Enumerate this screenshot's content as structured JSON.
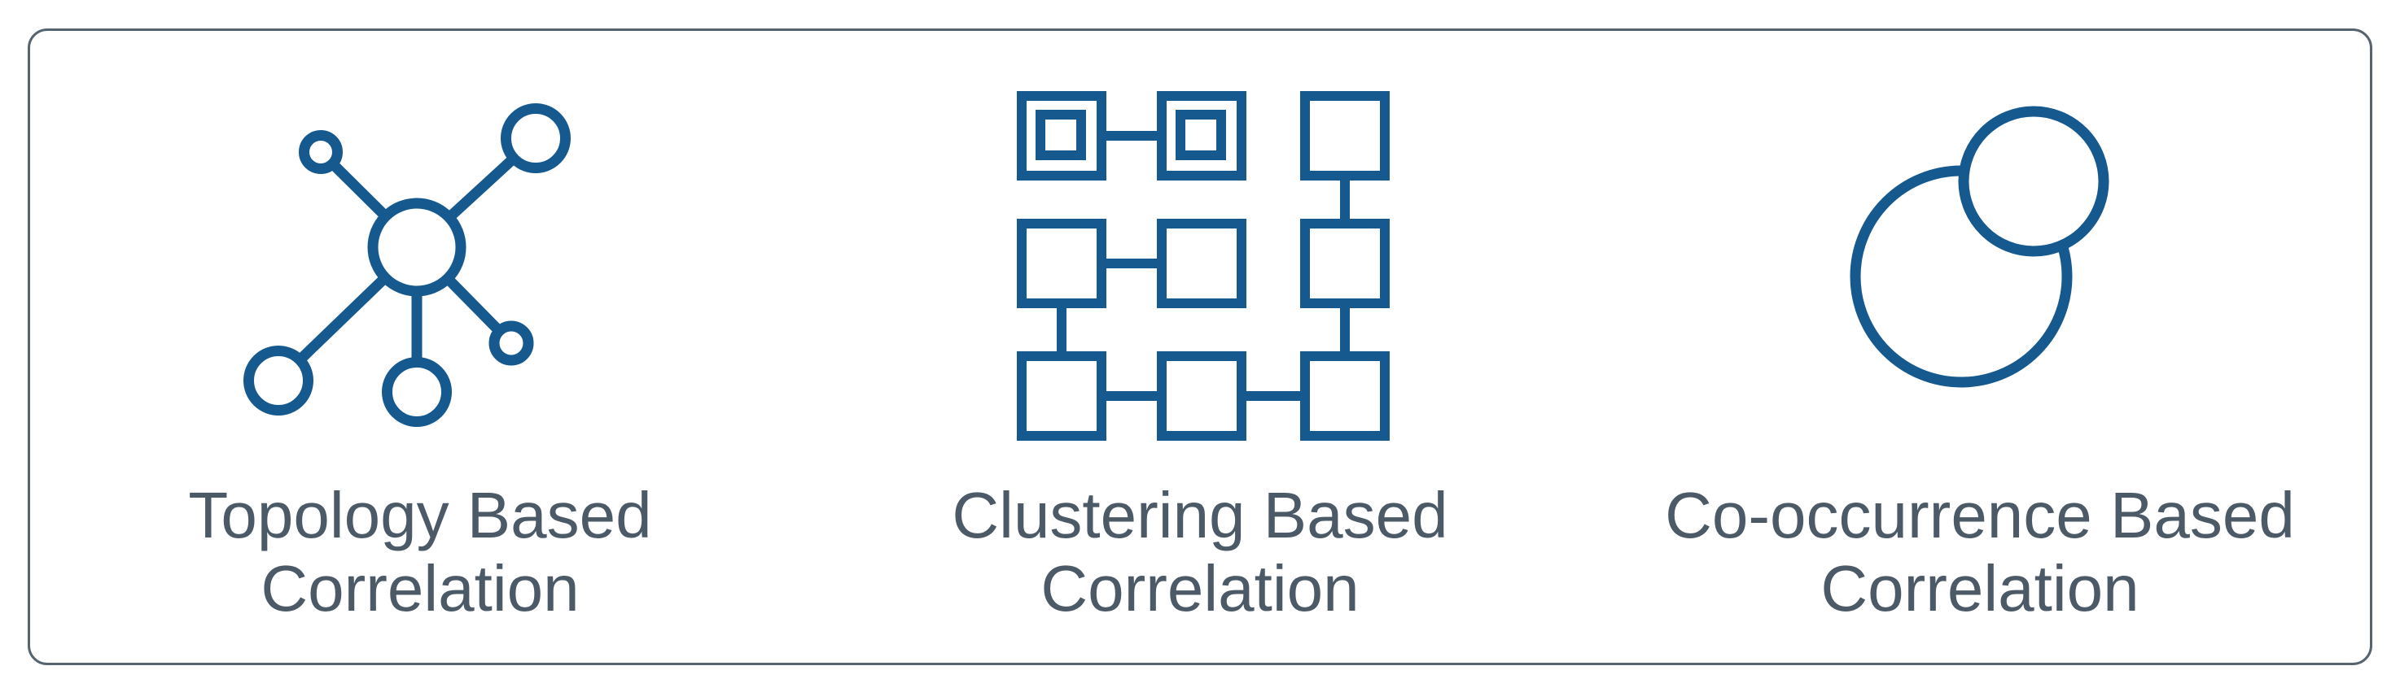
{
  "colors": {
    "accent": "#15598e",
    "text": "#4b5a66",
    "card_border": "#56646f",
    "card_background": "#ffffff",
    "page_background": "#ffffff"
  },
  "card": {
    "items": [
      {
        "icon": "topology-network-icon",
        "line1": "Topology Based",
        "line2": "Correlation",
        "label": "Topology Based Correlation"
      },
      {
        "icon": "clustering-grid-icon",
        "line1": "Clustering Based",
        "line2": "Correlation",
        "label": "Clustering Based Correlation"
      },
      {
        "icon": "overlapping-circles-icon",
        "line1": "Co-occurrence Based",
        "line2": "Correlation",
        "label": "Co-occurrence Based Correlation"
      }
    ]
  }
}
